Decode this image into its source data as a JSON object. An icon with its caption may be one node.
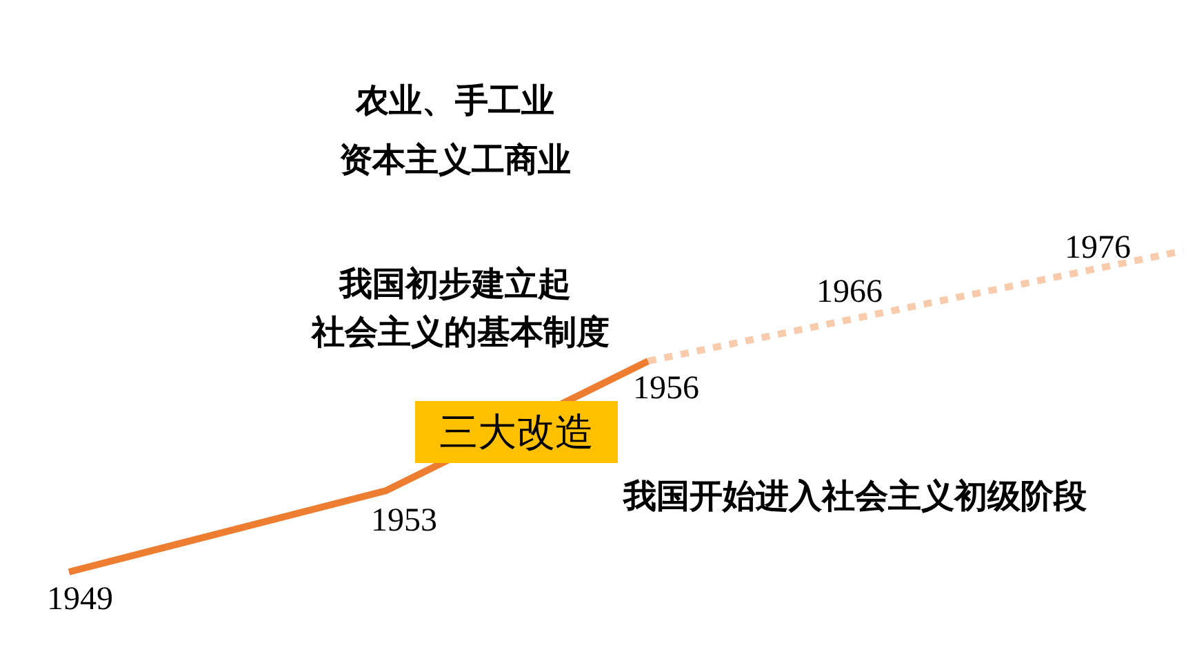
{
  "diagram": {
    "nodes": [
      {
        "text": [
          "三大改造"
        ]
      }
    ],
    "labels": [
      "农业、手工业",
      "资本主义工商业",
      "1976",
      "我国初步建立起",
      "1966",
      "社会主义的基本制度",
      "1956",
      "我国开始进入社会主义初级阶段",
      "1953",
      "1949"
    ]
  }
}
